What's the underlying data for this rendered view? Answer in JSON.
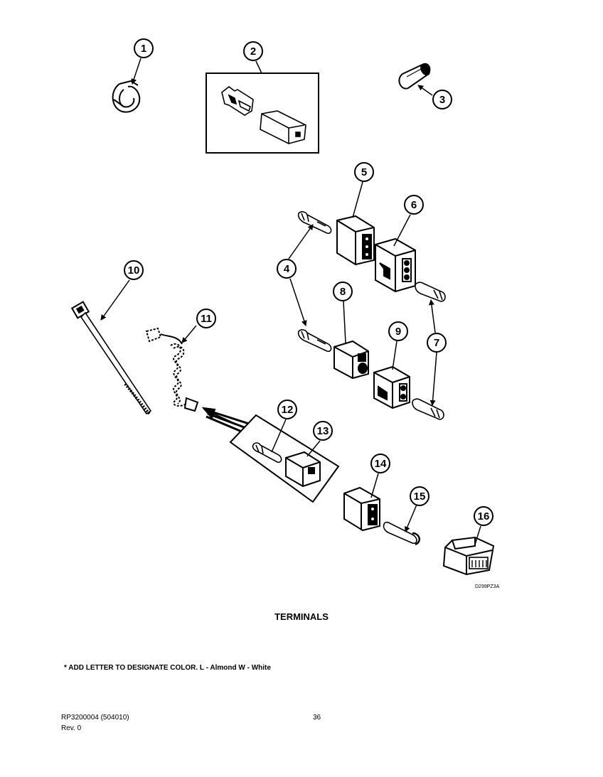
{
  "title": "TERMINALS",
  "drawing_code": "D299PZ3A",
  "color_note": "* ADD LETTER TO DESIGNATE COLOR.  L - Almond  W - White",
  "footer": {
    "document_number": "RP3200004    (504010)",
    "revision": "Rev. 0",
    "page_number": "36"
  },
  "callouts": {
    "c1": "1",
    "c2": "2",
    "c3": "3",
    "c4": "4",
    "c5": "5",
    "c6": "6",
    "c7": "7",
    "c8": "8",
    "c9": "9",
    "c10": "10",
    "c11": "11",
    "c12": "12",
    "c13": "13",
    "c14": "14",
    "c15": "15",
    "c16": "16"
  }
}
